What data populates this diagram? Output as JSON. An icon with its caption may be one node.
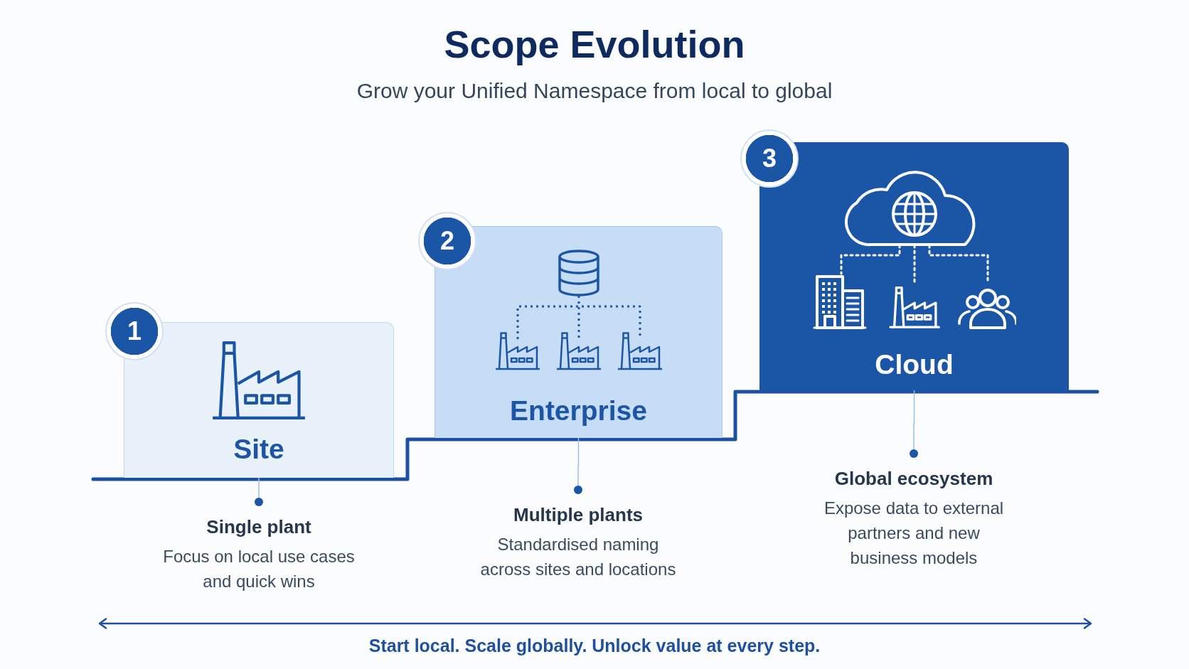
{
  "diagram": {
    "title": "Scope Evolution",
    "caption": "Start local. Scale globally. Unlock value at every step.",
    "nodes": [
      {
        "text": [
          "1"
        ]
      },
      {
        "text": [
          "Site"
        ]
      },
      {
        "text": [
          "Single plant",
          "Focus on local use cases and quick wins"
        ]
      },
      {
        "text": [
          "2"
        ]
      },
      {
        "text": [
          "Enterprise"
        ]
      },
      {
        "text": [
          "Multiple plants",
          "Standardised naming across sites and locations"
        ]
      },
      {
        "text": [
          "3"
        ]
      },
      {
        "text": [
          "Cloud"
        ]
      },
      {
        "text": [
          "Global ecosystem",
          "Expose data to external partners and new business models"
        ]
      }
    ],
    "edges": [
      {
        "from": 1,
        "to": 2,
        "arrow": "other"
      },
      {
        "from": 4,
        "to": 5,
        "arrow": "other"
      },
      {
        "from": 7,
        "to": 8,
        "arrow": "other"
      }
    ],
    "labels": [
      "Grow your Unified Namespace from local to global"
    ]
  }
}
